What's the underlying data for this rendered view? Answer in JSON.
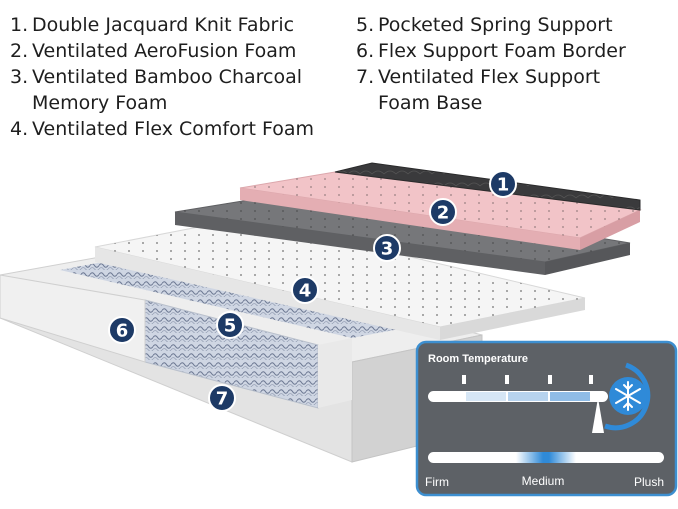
{
  "legend": {
    "left": [
      {
        "num": "1.",
        "line1": "Double Jacquard Knit Fabric",
        "line2": ""
      },
      {
        "num": "2.",
        "line1": "Ventilated AeroFusion Foam",
        "line2": ""
      },
      {
        "num": "3.",
        "line1": "Ventilated Bamboo Charcoal",
        "line2": "Memory Foam"
      },
      {
        "num": "4.",
        "line1": "Ventilated Flex Comfort Foam",
        "line2": ""
      }
    ],
    "right": [
      {
        "num": "5.",
        "line1": "Pocketed Spring Support",
        "line2": ""
      },
      {
        "num": "6.",
        "line1": "Flex Support Foam Border",
        "line2": ""
      },
      {
        "num": "7.",
        "line1": "Ventilated Flex Support",
        "line2": "Foam Base"
      }
    ]
  },
  "badges": [
    "1",
    "2",
    "3",
    "4",
    "5",
    "6",
    "7"
  ],
  "temperature_panel": {
    "title": "Room Temperature",
    "firmness_labels": {
      "firm": "Firm",
      "medium": "Medium",
      "plush": "Plush"
    },
    "firmness_level": 0.5,
    "icon": "snowflake-icon"
  },
  "colors": {
    "fabric_top": "#3a3a3c",
    "aerofusion_pink": "#f2c4c8",
    "charcoal_gray": "#6e6f72",
    "comfort_white": "#f1f1f1",
    "badge_navy": "#1d3a66",
    "panel_bg": "#5d6166",
    "panel_border": "#3d8fd0",
    "accent_blue": "#2f8ad8"
  }
}
